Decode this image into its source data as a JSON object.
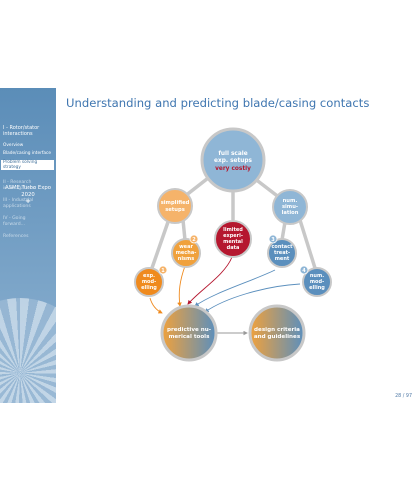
{
  "sidebar": {
    "header_line1": "ASME Turbo Expo",
    "header_line2": "2020",
    "plus": "+",
    "items": [
      {
        "label": "I - Rotor/stator"
      },
      {
        "label": "interactions"
      },
      {
        "label": "Overview"
      },
      {
        "label": "Blade/casing interface"
      },
      {
        "label": "Problem solving"
      },
      {
        "label": "strategy"
      },
      {
        "label": "II - Research"
      },
      {
        "label": "investigations"
      },
      {
        "label": "III - Industrial"
      },
      {
        "label": "applications"
      },
      {
        "label": "IV - Going"
      },
      {
        "label": "forward..."
      },
      {
        "label": "References"
      }
    ]
  },
  "slide": {
    "title": "Understanding and predicting blade/casing contacts",
    "page": "28 / 97"
  },
  "diagram": {
    "nodes": {
      "full_scale": {
        "line1": "full scale",
        "line2": "exp. setups",
        "line3": "very costly"
      },
      "simplified": {
        "line1": "simplified",
        "line2": "setups"
      },
      "num_sim": {
        "line1": "num.",
        "line2": "simu-",
        "line3": "lation"
      },
      "wear": {
        "line1": "wear",
        "line2": "mecha-",
        "line3": "nisms"
      },
      "limited": {
        "line1": "limited",
        "line2": "experi-",
        "line3": "mental",
        "line4": "data"
      },
      "contact": {
        "line1": "contact",
        "line2": "treat-",
        "line3": "ment"
      },
      "exp_model": {
        "line1": "exp.",
        "line2": "mod-",
        "line3": "elling"
      },
      "num_model": {
        "line1": "num.",
        "line2": "mod-",
        "line3": "elling"
      },
      "predictive": {
        "line1": "predictive nu-",
        "line2": "merical tools"
      },
      "design": {
        "line1": "design criteria",
        "line2": "and guidelines"
      }
    },
    "badges": {
      "b1": "1",
      "b2": "2",
      "b3": "3",
      "b4": "4"
    }
  },
  "colors": {
    "blue": "#5b8fbd",
    "orange": "#f0a13c",
    "dark_orange": "#ef8a1e",
    "red": "#b5172f",
    "connector": "#c8c8c8"
  }
}
